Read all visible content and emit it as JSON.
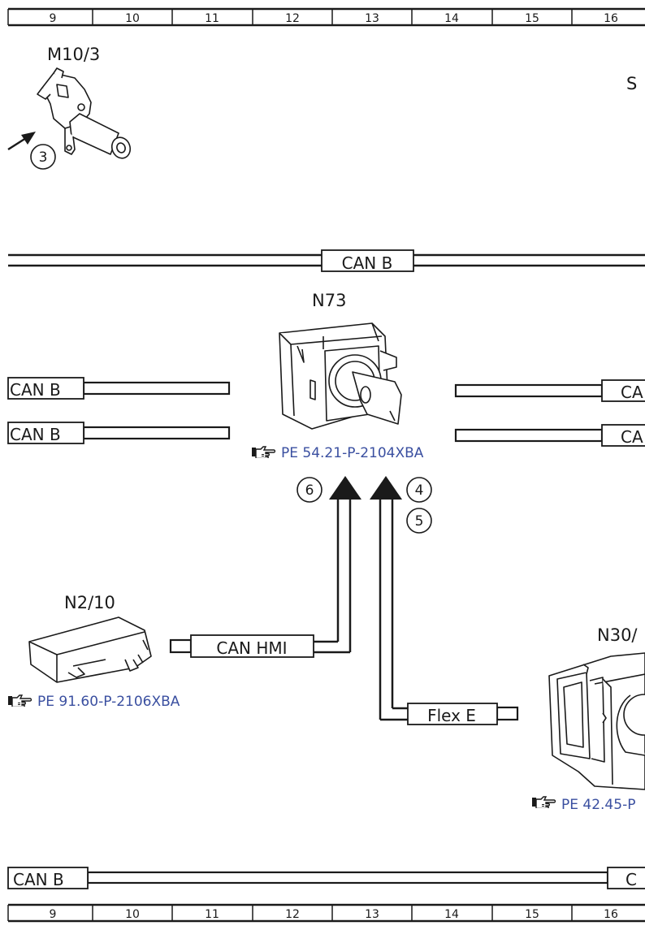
{
  "ruler": {
    "columns": [
      "9",
      "10",
      "11",
      "12",
      "13",
      "14",
      "15",
      "16"
    ]
  },
  "components": {
    "m10_3": {
      "label": "M10/3"
    },
    "n73": {
      "label": "N73",
      "reference": "PE 54.21-P-2104XBA"
    },
    "n2_10": {
      "label": "N2/10",
      "reference": "PE 91.60-P-2106XBA"
    },
    "n30": {
      "label": "N30/",
      "reference": "PE 42.45-P"
    },
    "s_partial": {
      "label": "S"
    }
  },
  "buses": {
    "top_main": "CAN B",
    "left_upper": "CAN B",
    "left_lower": "CAN B",
    "right_upper_partial": "CA",
    "right_lower_partial": "CA",
    "hmi": "CAN HMI",
    "flex": "Flex E",
    "bottom_left": "CAN B",
    "bottom_right_partial": "C"
  },
  "callouts": [
    "3",
    "6",
    "4",
    "5"
  ],
  "icons": {
    "reference": "pointing-hand-icon"
  },
  "colors": {
    "line": "#1a1a1a",
    "reference": "#3a4fa0"
  }
}
